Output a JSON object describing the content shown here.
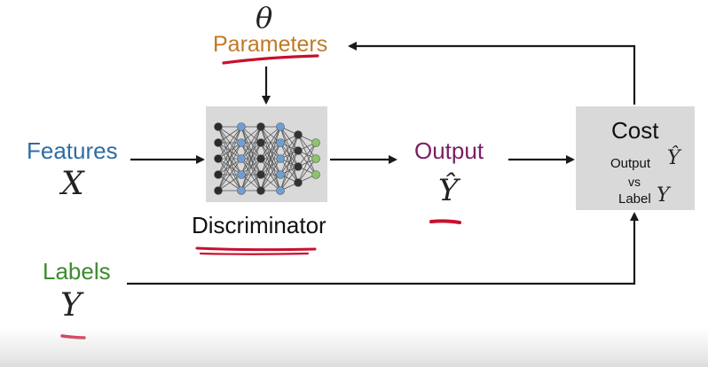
{
  "inputs": {
    "features": {
      "label": "Features",
      "symbol": "X",
      "color": "#2e6da4"
    },
    "labels": {
      "label": "Labels",
      "symbol": "Y",
      "color": "#3d8b2f"
    }
  },
  "parameters": {
    "label": "Parameters",
    "symbol": "θ",
    "color": "#c07a26"
  },
  "discriminator": {
    "label": "Discriminator",
    "icon": "neural-network-icon"
  },
  "output": {
    "label": "Output",
    "symbol": "Ŷ",
    "color": "#7a2063"
  },
  "cost": {
    "title": "Cost",
    "output_text": "Output",
    "output_symbol": "Ŷ",
    "vs_text": "vs",
    "label_text": "Label",
    "label_symbol": "Y"
  },
  "colors": {
    "arrow": "#1a1a1a",
    "annotation": "#c8102e",
    "box": "#d9d9d9"
  }
}
